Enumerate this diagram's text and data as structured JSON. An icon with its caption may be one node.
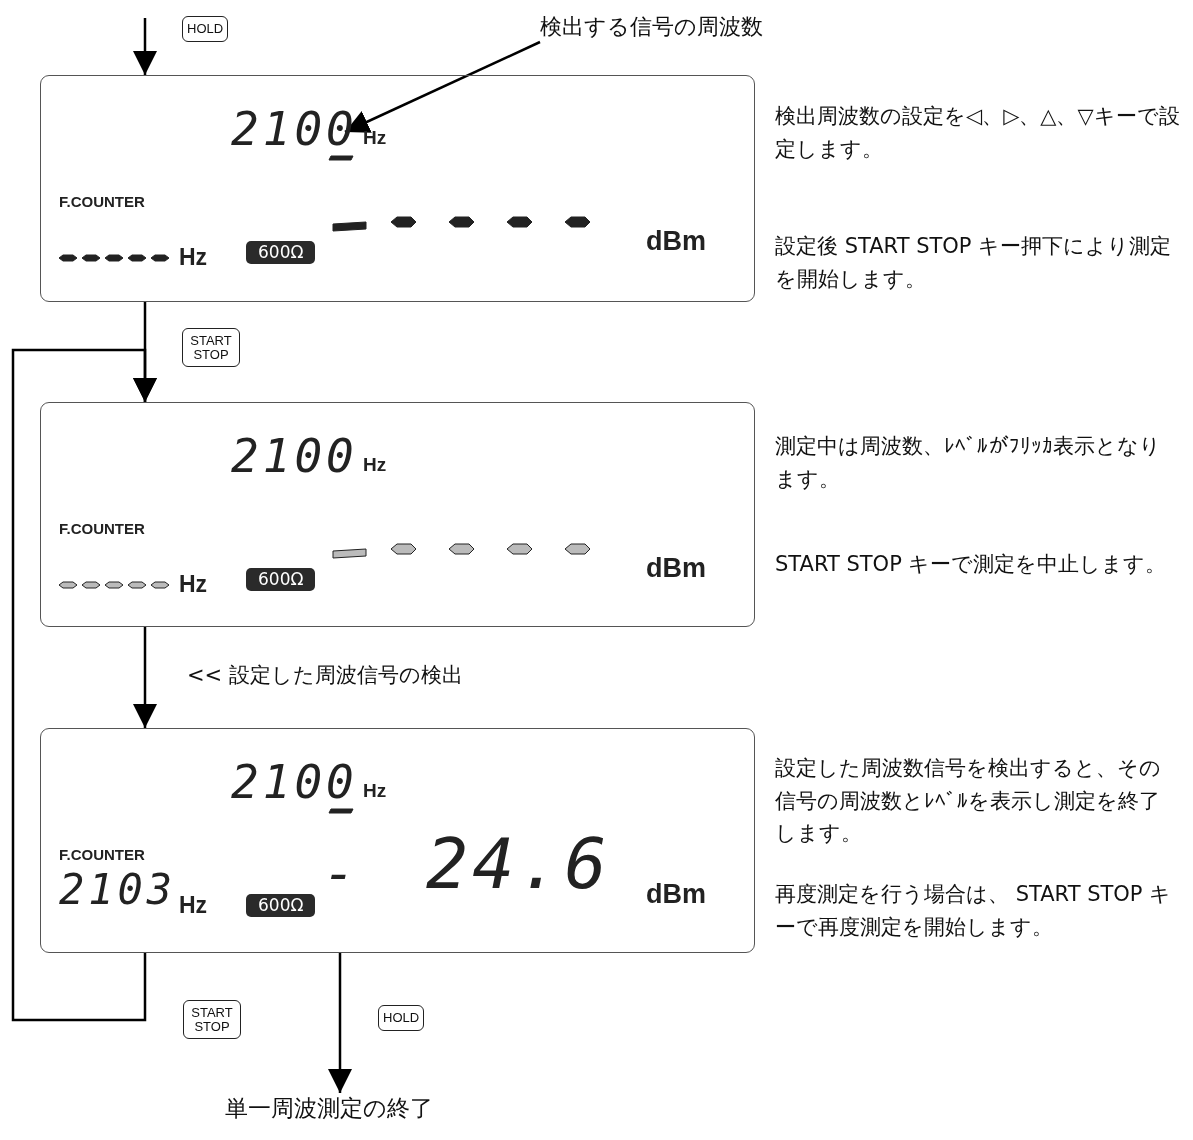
{
  "diagram": {
    "nodes": [
      {
        "text": [
          "2100",
          "Hz",
          "F.COUNTER",
          "Hz",
          "600Ω",
          "dBm"
        ],
        "beside": [
          "検出周波数の設定を◁、▷、△、▽キーで設定します。",
          "設定後 START STOP キー押下により測定を開始します。"
        ]
      },
      {
        "text": [
          "2100",
          "Hz",
          "F.COUNTER",
          "Hz",
          "600Ω",
          "dBm"
        ],
        "beside": [
          "測定中は周波数、ﾚﾍﾞﾙがﾌﾘｯｶ表示となります。",
          "START STOP キーで測定を中止します。"
        ]
      },
      {
        "text": [
          "2100",
          "Hz",
          "F.COUNTER",
          "2103",
          "Hz",
          "600Ω",
          "-",
          "24.6",
          "dBm"
        ],
        "beside": [
          "設定した周波数信号を検出すると、その信号の周波数とﾚﾍﾞﾙを表示し測定を終了します。",
          "再度測定を行う場合は、 START STOP キーで再度測定を開始します。"
        ]
      },
      {
        "text": [
          "単一周波測定の終了"
        ]
      },
      {
        "text": [
          "検出する信号の周波数"
        ]
      }
    ],
    "edges": [
      {
        "from": null,
        "to": 0,
        "arrow": "to",
        "label": "HOLD"
      },
      {
        "from": 0,
        "to": 1,
        "arrow": "to",
        "label": "START STOP"
      },
      {
        "from": 1,
        "to": 2,
        "arrow": "to",
        "label": "<< 設定した周波信号の検出"
      },
      {
        "from": 2,
        "to": 1,
        "arrow": "to",
        "label": "START STOP"
      },
      {
        "from": 2,
        "to": 3,
        "arrow": "to",
        "label": "HOLD"
      },
      {
        "from": 4,
        "to": 0,
        "arrow": "to"
      }
    ]
  }
}
